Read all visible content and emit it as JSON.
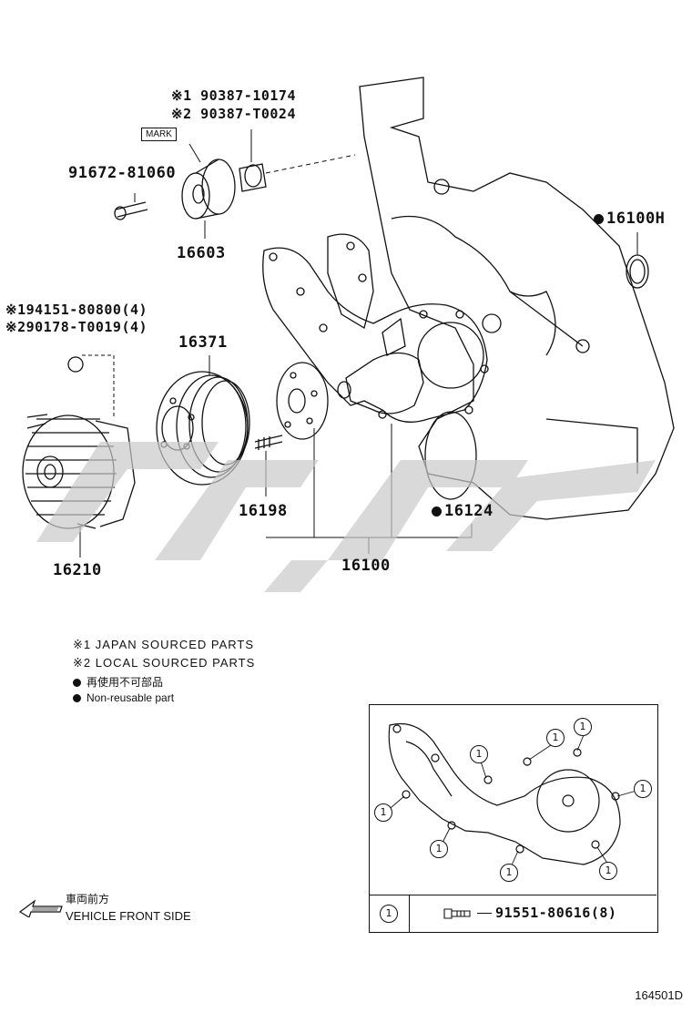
{
  "labels": {
    "bolt_pulley_1": "※1 90387-10174",
    "bolt_pulley_2": "※2 90387-T0024",
    "mark": "MARK",
    "bolt": "91672-81060",
    "idler": "16603",
    "gasket_h": "16100H",
    "nut_1": "※194151-80800(4)",
    "nut_2": "※290178-T0019(4)",
    "pulley": "16371",
    "stud": "16198",
    "gasket": "16124",
    "fan_clutch": "16210",
    "pump_assy": "16100"
  },
  "notes": {
    "japan": "※1 JAPAN SOURCED PARTS",
    "local": "※2 LOCAL SOURCED PARTS",
    "nonreusable_jp": "再使用不可部品",
    "nonreusable_en": "Non-reusable part"
  },
  "front": {
    "jp": "車両前方",
    "en": "VEHICLE FRONT SIDE"
  },
  "inset": {
    "callout": "1",
    "legend_key": "1",
    "legend_part": "91551-80616(8)"
  },
  "diagram_code": "164501D"
}
